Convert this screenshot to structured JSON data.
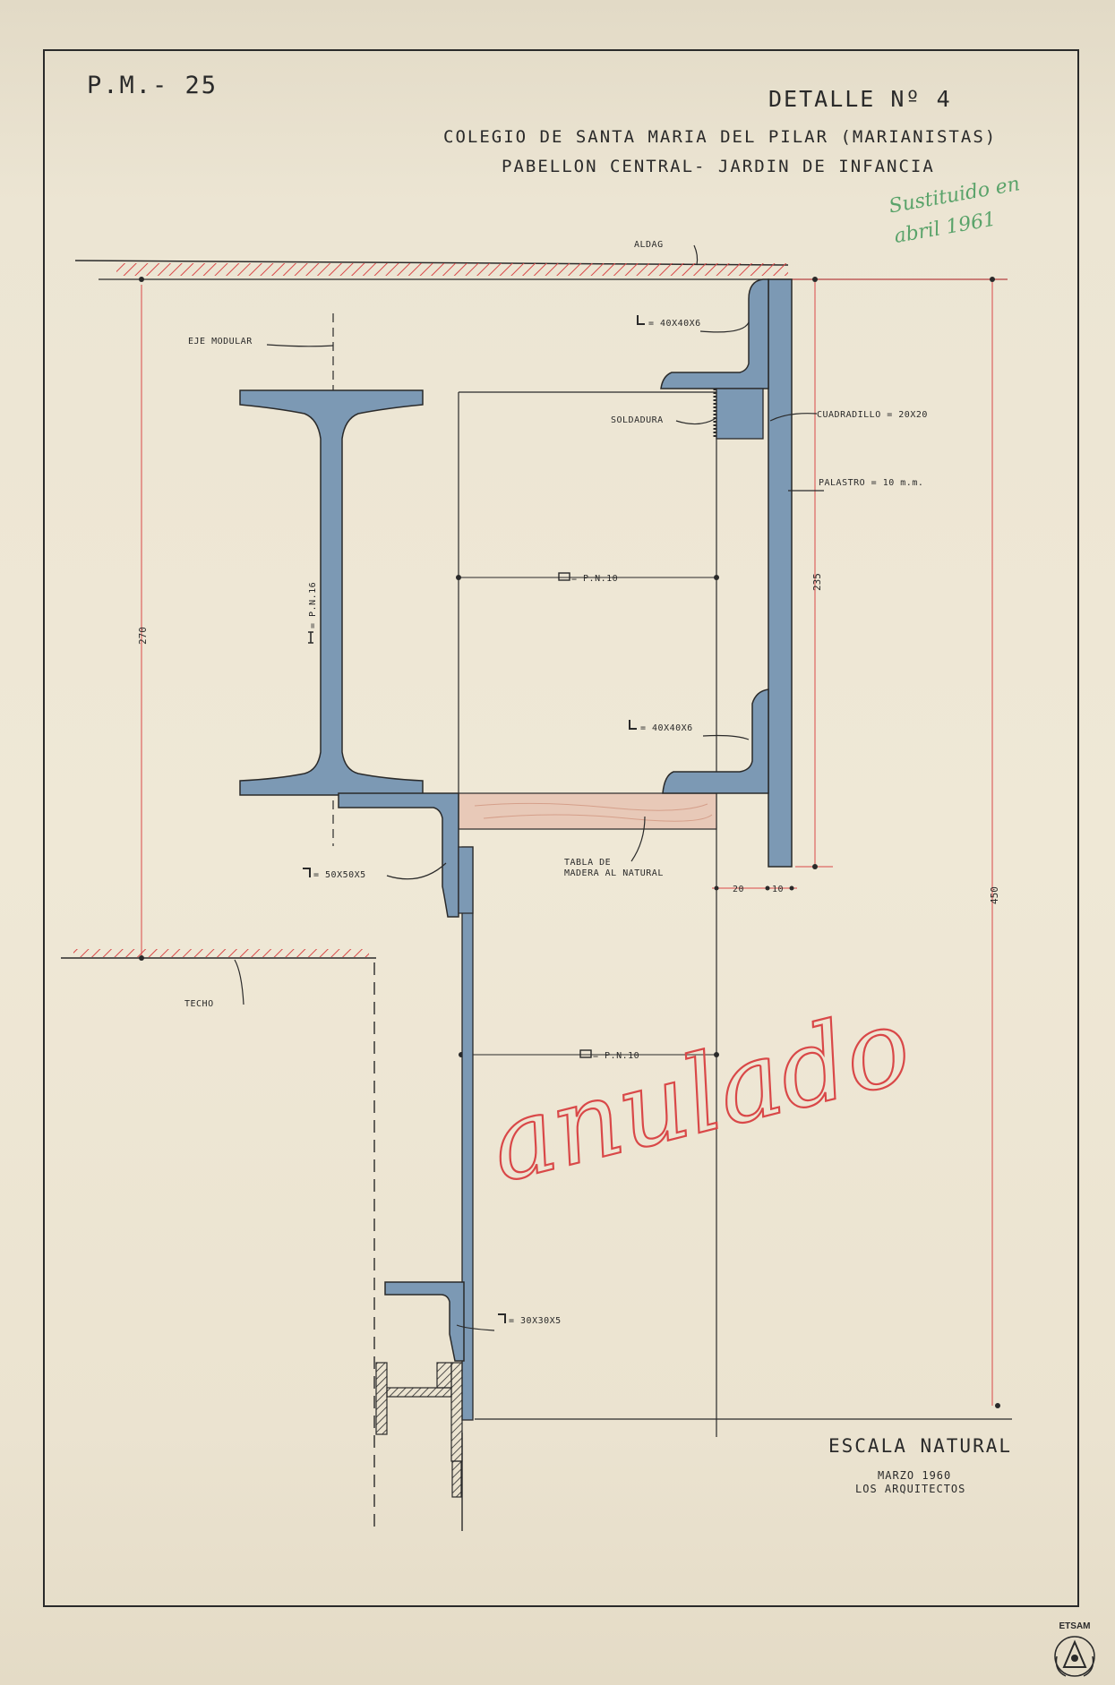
{
  "header": {
    "sheet_id": "P.M.- 25",
    "detail": "DETALLE Nº 4",
    "title_line1": "COLEGIO DE SANTA MARIA DEL PILAR (MARIANISTAS)",
    "title_line2": "PABELLON CENTRAL- JARDIN DE INFANCIA"
  },
  "annotations": {
    "handwritten_green": "Sustituido en abril 1961",
    "handwritten_red": "anulado"
  },
  "labels": {
    "aldag": "ALDAG",
    "angle_top": "= 40X40X6",
    "eje_modular": "EJE MODULAR",
    "soldadura": "SOLDADURA",
    "cuadradillo": "CUADRADILLO = 20X20",
    "palastro": "PALASTRO = 10 m.m.",
    "channel_upper": "= P.N.10",
    "ipn": "= P.N.16",
    "angle_bottom": "= 40X40X6",
    "tabla": "TABLA DE",
    "madera": "MADERA AL NATURAL",
    "angle_50": "= 50X50X5",
    "techo": "TECHO",
    "channel_lower": "= P.N.10",
    "angle_30": "= 30X30X5"
  },
  "dimensions": {
    "d270": "270",
    "d235": "235",
    "d450": "450",
    "d20": "20",
    "d10": "10"
  },
  "footer": {
    "scale": "ESCALA NATURAL",
    "date": "MARZO 1960",
    "authors": "LOS ARQUITECTOS"
  },
  "stamp": {
    "text": "ETSAM"
  },
  "colors": {
    "steel_fill": "#7c99b4",
    "dimension_red": "#d94848",
    "ink": "#2a2a2a",
    "wood": "#e8c9b8",
    "green_note": "#5aa36a"
  }
}
